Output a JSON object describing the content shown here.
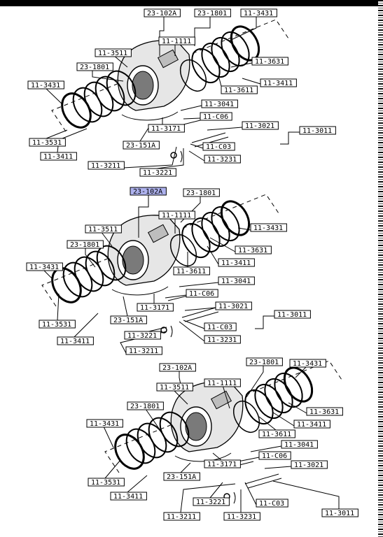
{
  "diagram": {
    "groups": [
      {
        "id": "top",
        "labels": [
          {
            "text": "23-102A",
            "highlight": false
          },
          {
            "text": "23-1801",
            "highlight": false
          },
          {
            "text": "11-3431",
            "highlight": false
          },
          {
            "text": "11-1111",
            "highlight": false
          },
          {
            "text": "11-3511",
            "highlight": false
          },
          {
            "text": "11-3631",
            "highlight": false
          },
          {
            "text": "23-1801",
            "highlight": false
          },
          {
            "text": "11-3411",
            "highlight": false
          },
          {
            "text": "11-3431",
            "highlight": false
          },
          {
            "text": "11-3611",
            "highlight": false
          },
          {
            "text": "11-3041",
            "highlight": false
          },
          {
            "text": "11-C06",
            "highlight": false
          },
          {
            "text": "11-3171",
            "highlight": false
          },
          {
            "text": "11-3021",
            "highlight": false
          },
          {
            "text": "11-3011",
            "highlight": false
          },
          {
            "text": "11-3531",
            "highlight": false
          },
          {
            "text": "23-151A",
            "highlight": false
          },
          {
            "text": "11-C03",
            "highlight": false
          },
          {
            "text": "11-3411",
            "highlight": false
          },
          {
            "text": "11-3231",
            "highlight": false
          },
          {
            "text": "11-3211",
            "highlight": false
          },
          {
            "text": "11-3221",
            "highlight": false
          }
        ]
      },
      {
        "id": "middle",
        "labels": [
          {
            "text": "23-102A",
            "highlight": true
          },
          {
            "text": "23-1801",
            "highlight": false
          },
          {
            "text": "11-1111",
            "highlight": false
          },
          {
            "text": "11-3431",
            "highlight": false
          },
          {
            "text": "11-3511",
            "highlight": false
          },
          {
            "text": "23-1801",
            "highlight": false
          },
          {
            "text": "11-3631",
            "highlight": false
          },
          {
            "text": "11-3431",
            "highlight": false
          },
          {
            "text": "11-3411",
            "highlight": false
          },
          {
            "text": "11-3611",
            "highlight": false
          },
          {
            "text": "11-3041",
            "highlight": false
          },
          {
            "text": "11-C06",
            "highlight": false
          },
          {
            "text": "11-3171",
            "highlight": false
          },
          {
            "text": "11-3021",
            "highlight": false
          },
          {
            "text": "11-3011",
            "highlight": false
          },
          {
            "text": "23-151A",
            "highlight": false
          },
          {
            "text": "11-3531",
            "highlight": false
          },
          {
            "text": "11-C03",
            "highlight": false
          },
          {
            "text": "11-3221",
            "highlight": false
          },
          {
            "text": "11-3411",
            "highlight": false
          },
          {
            "text": "11-3231",
            "highlight": false
          },
          {
            "text": "11-3211",
            "highlight": false
          }
        ]
      },
      {
        "id": "bottom",
        "labels": [
          {
            "text": "23-102A",
            "highlight": false
          },
          {
            "text": "23-1801",
            "highlight": false
          },
          {
            "text": "11-3431",
            "highlight": false
          },
          {
            "text": "11-3511",
            "highlight": false
          },
          {
            "text": "11-1111",
            "highlight": false
          },
          {
            "text": "23-1801",
            "highlight": false
          },
          {
            "text": "11-3631",
            "highlight": false
          },
          {
            "text": "11-3431",
            "highlight": false
          },
          {
            "text": "11-3411",
            "highlight": false
          },
          {
            "text": "11-3611",
            "highlight": false
          },
          {
            "text": "11-3041",
            "highlight": false
          },
          {
            "text": "11-C06",
            "highlight": false
          },
          {
            "text": "11-3171",
            "highlight": false
          },
          {
            "text": "11-3021",
            "highlight": false
          },
          {
            "text": "11-3531",
            "highlight": false
          },
          {
            "text": "23-151A",
            "highlight": false
          },
          {
            "text": "11-3411",
            "highlight": false
          },
          {
            "text": "11-3221",
            "highlight": false
          },
          {
            "text": "11-C03",
            "highlight": false
          },
          {
            "text": "11-3211",
            "highlight": false
          },
          {
            "text": "11-3231",
            "highlight": false
          },
          {
            "text": "11-3011",
            "highlight": false
          }
        ]
      }
    ]
  },
  "colors": {
    "highlight": "#aeb2ee",
    "ink": "#000000",
    "background": "#ffffff"
  }
}
